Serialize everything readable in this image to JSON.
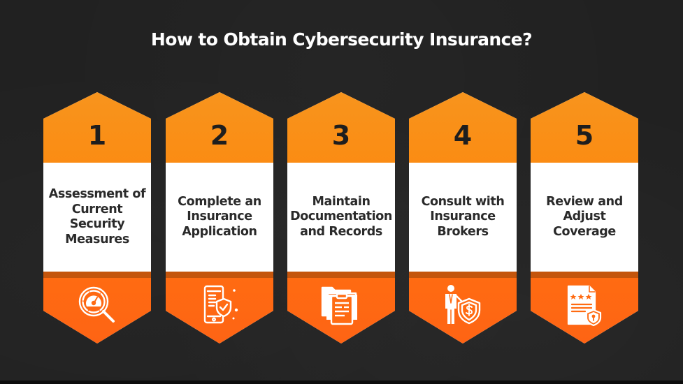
{
  "title": "How to Obtain Cybersecurity Insurance?",
  "colors": {
    "background": "#212121",
    "top_orange": "#f7941d",
    "bottom_orange": "#ff6b12",
    "divider": "#c4550c",
    "number_text": "#1e1e1e",
    "label_text": "#2a2a2a"
  },
  "steps": [
    {
      "number": "1",
      "label": "Assessment of Current Security Measures",
      "icon": "magnifier-gauge-icon"
    },
    {
      "number": "2",
      "label": "Complete an Insurance Application",
      "icon": "phone-shield-check-icon"
    },
    {
      "number": "3",
      "label": "Maintain Documentation and Records",
      "icon": "folder-clipboard-icon"
    },
    {
      "number": "4",
      "label": "Consult with Insurance Brokers",
      "icon": "broker-shield-dollar-icon"
    },
    {
      "number": "5",
      "label": "Review and Adjust Coverage",
      "icon": "rated-document-shield-icon"
    }
  ]
}
